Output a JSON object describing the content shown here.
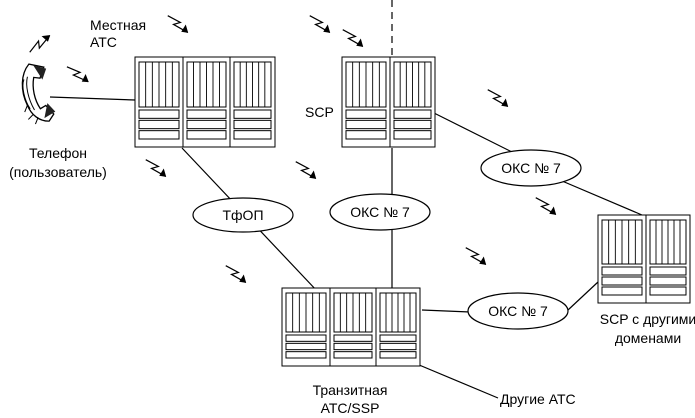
{
  "labels": {
    "local_exchange_line1": "Местная",
    "local_exchange_line2": "АТС",
    "phone_line1": "Телефон",
    "phone_line2": "(пользователь)",
    "scp": "SCP",
    "pstn_cloud": "ТфОП",
    "ss7_cloud_center": "ОКС № 7",
    "ss7_cloud_right": "ОКС № 7",
    "ss7_cloud_bottom": "ОКС № 7",
    "scp_other_line1": "SCP с другими",
    "scp_other_line2": "доменами",
    "transit_line1": "Транзитная",
    "transit_line2": "АТС/SSP",
    "other_exchanges": "Другие АТС"
  },
  "icons": {
    "phone": "handset-icon",
    "equipment": "server-rack-icon",
    "signal": "lightning-signal-icon"
  },
  "colors": {
    "line": "#000000",
    "background": "#ffffff"
  }
}
